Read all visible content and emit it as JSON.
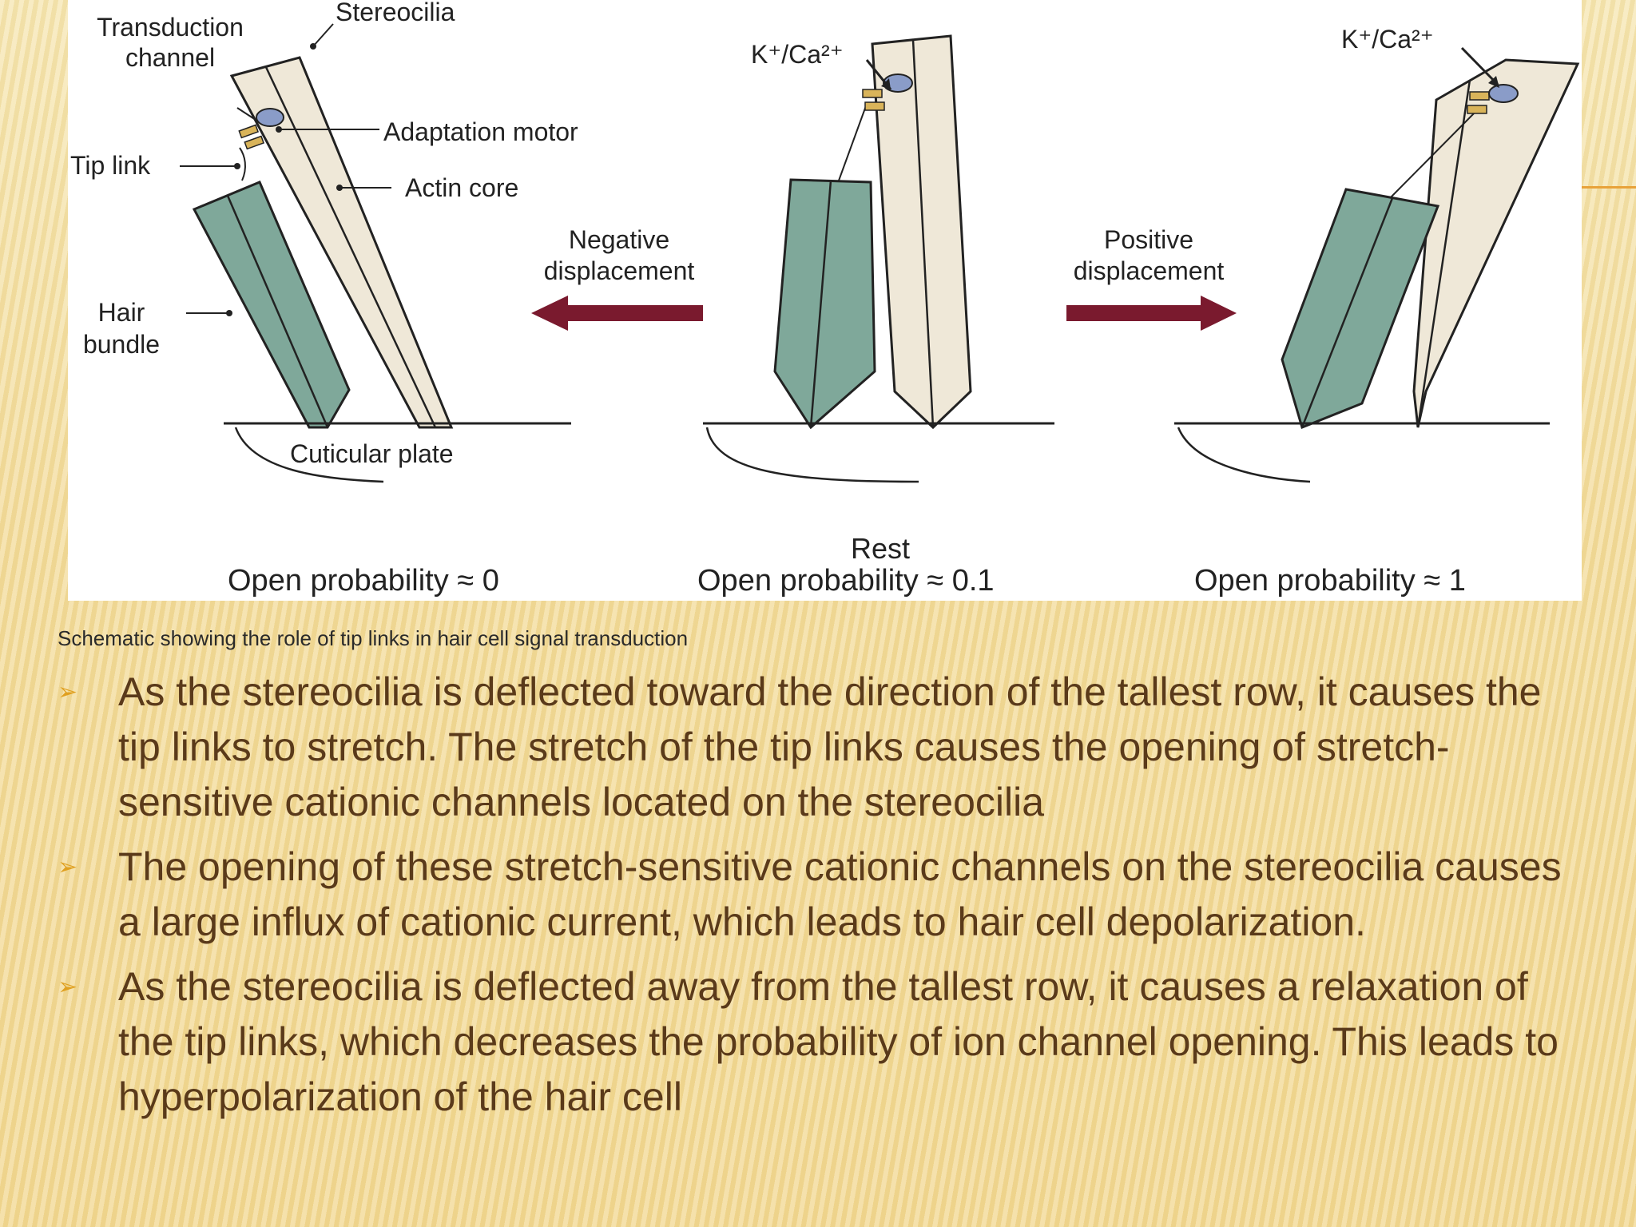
{
  "figure": {
    "labels": {
      "transduction_channel": [
        "Transduction",
        "channel"
      ],
      "stereocilia": "Stereocilia",
      "adaptation_motor": "Adaptation motor",
      "tip_link": "Tip link",
      "actin_core": "Actin core",
      "hair_bundle": [
        "Hair",
        "bundle"
      ],
      "cuticular_plate": "Cuticular plate",
      "ion_left": "K⁺/Ca²⁺",
      "ion_right": "K⁺/Ca²⁺",
      "negative_displacement": [
        "Negative",
        "displacement"
      ],
      "positive_displacement": [
        "Positive",
        "displacement"
      ],
      "rest": "Rest"
    },
    "open_probability": {
      "left": "Open probability ≈ 0",
      "center": "Open probability ≈ 0.1",
      "right": "Open probability ≈ 1"
    }
  },
  "caption": "Schematic showing the role of tip links in hair cell signal transduction",
  "bullet_marker": "➢",
  "bullets": [
    "As the stereocilia is deflected toward the direction of the tallest row, it causes the tip links to stretch. The stretch of the tip links causes the opening of stretch-sensitive cationic channels located on the stereocilia",
    "The opening of these stretch-sensitive cationic channels on the stereocilia causes a large influx of cationic current, which leads to hair cell depolarization.",
    "As the stereocilia is deflected away from the tallest row, it causes a relaxation of the tip links, which decreases the probability of ion channel opening. This leads to hyperpolarization of the hair cell"
  ],
  "colors": {
    "stereocilia_tall": "#efe8d8",
    "stereocilia_short": "#7fa89a",
    "arrow": "#7a1a2e",
    "motor": "#8a9cc8",
    "channel": "#d9b45a",
    "text_body": "#5a3a1a",
    "accent": "#e8a23a"
  }
}
